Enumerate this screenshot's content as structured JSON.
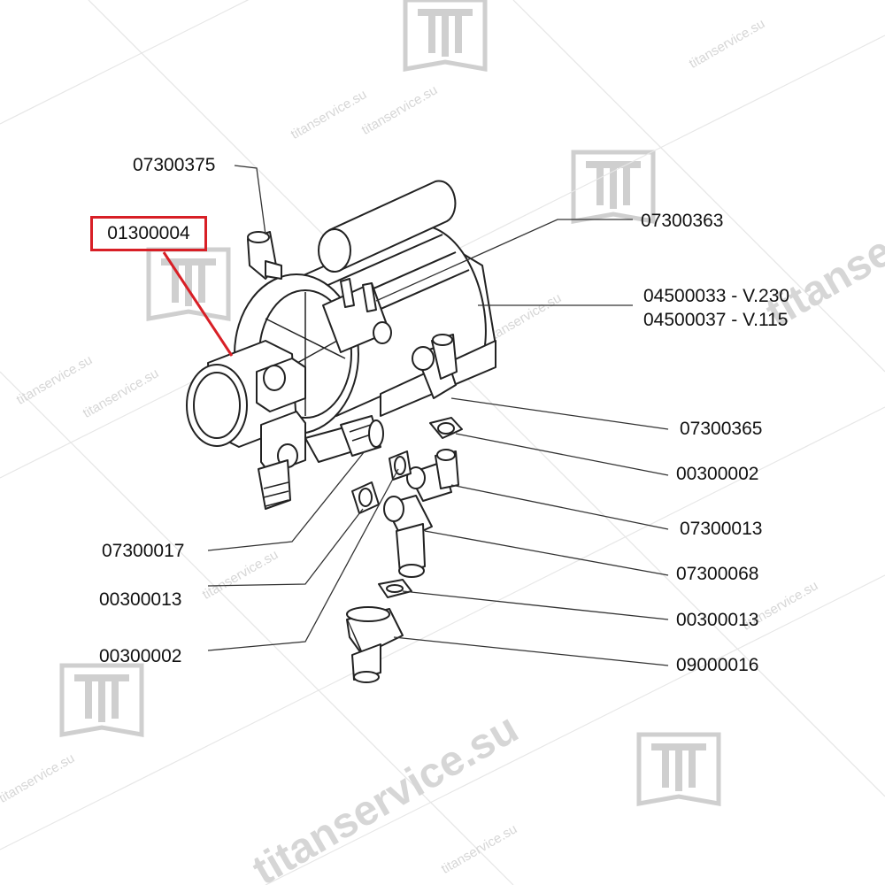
{
  "watermark": {
    "site": "titanservice.su",
    "color": "#d6d6d6"
  },
  "highlight_color": "#d81f26",
  "highlighted_part": "01300004",
  "parts": {
    "p07300375": "07300375",
    "p07300363": "07300363",
    "p04500033": "04500033 - V.230",
    "p04500037": "04500037 - V.115",
    "p07300365": "07300365",
    "p00300002_r": "00300002",
    "p07300013": "07300013",
    "p07300068": "07300068",
    "p00300013_r": "00300013",
    "p09000016": "09000016",
    "p07300017": "07300017",
    "p00300013_l": "00300013",
    "p00300002_l": "00300002"
  }
}
